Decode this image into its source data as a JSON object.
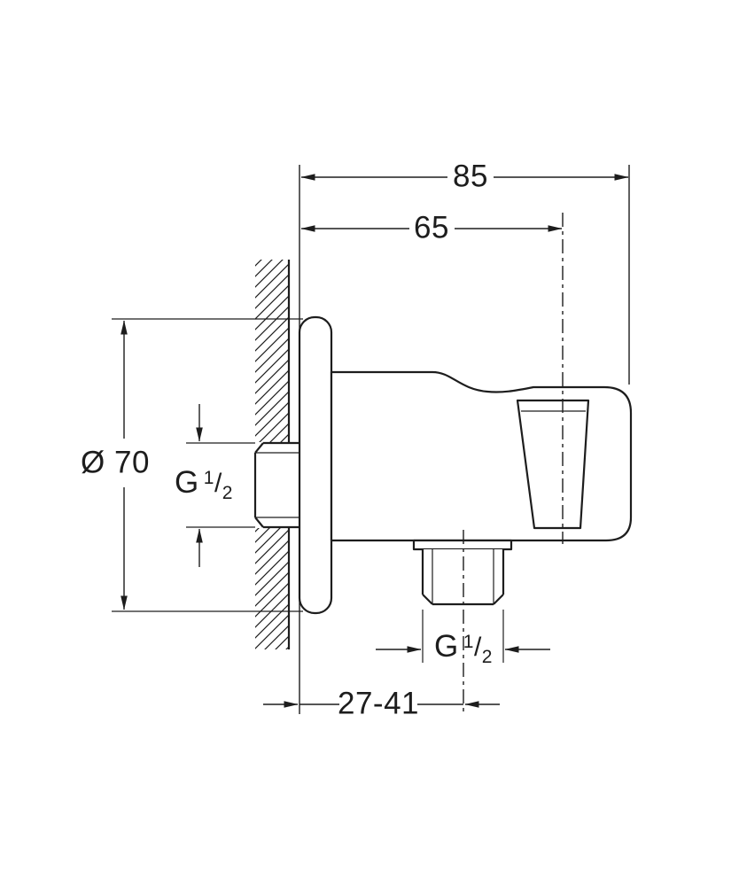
{
  "page": {
    "background_color": "#ffffff",
    "line_color": "#1d1d1d"
  },
  "dimensions": {
    "total_depth": {
      "label": "85"
    },
    "holder_depth": {
      "label": "65"
    },
    "flange_diameter": {
      "label": "Ø 70"
    },
    "wall_depth_range": {
      "label": "27-41"
    },
    "inlet_thread": {
      "base": "G",
      "numerator": "1",
      "slash": "/",
      "denominator": "2"
    },
    "outlet_thread": {
      "base": "G",
      "numerator": "1",
      "slash": "/",
      "denominator": "2"
    }
  }
}
